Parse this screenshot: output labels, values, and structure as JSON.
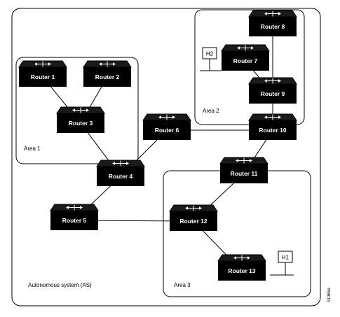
{
  "autonomous_system": {
    "label": "Autonomous system (AS)"
  },
  "areas": [
    {
      "id": "area1",
      "label": "Area 1"
    },
    {
      "id": "area2",
      "label": "Area 2"
    },
    {
      "id": "area3",
      "label": "Area 3"
    }
  ],
  "routers": {
    "r1": "Router 1",
    "r2": "Router 2",
    "r3": "Router 3",
    "r4": "Router 4",
    "r5": "Router 5",
    "r6": "Router 6",
    "r7": "Router 7",
    "r8": "Router 8",
    "r9": "Router 9",
    "r10": "Router 10",
    "r11": "Router 11",
    "r12": "Router 12",
    "r13": "Router 13"
  },
  "hosts": {
    "h1": "H1",
    "h2": "H2"
  },
  "links": [
    [
      "r1",
      "r3"
    ],
    [
      "r2",
      "r3"
    ],
    [
      "r3",
      "r4"
    ],
    [
      "r4",
      "r6"
    ],
    [
      "r4",
      "r5"
    ],
    [
      "r6",
      "r10"
    ],
    [
      "r8",
      "r9"
    ],
    [
      "r7",
      "r9"
    ],
    [
      "r9",
      "r10"
    ],
    [
      "r10",
      "r11"
    ],
    [
      "r11",
      "r12"
    ],
    [
      "r5",
      "r12"
    ],
    [
      "r12",
      "r13"
    ]
  ],
  "figure_id": "S1365a"
}
